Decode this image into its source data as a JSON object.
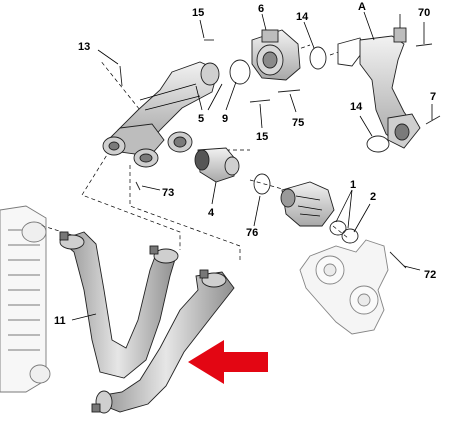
{
  "callouts": {
    "c15a": "15",
    "c6": "6",
    "c14a": "14",
    "cA": "A",
    "c70": "70",
    "c13": "13",
    "c5": "5",
    "c9": "9",
    "c15b": "15",
    "c75": "75",
    "c14b": "14",
    "c7": "7",
    "c73": "73",
    "c4": "4",
    "c76": "76",
    "c1": "1",
    "c2": "2",
    "c72": "72",
    "c11": "11"
  },
  "colors": {
    "part_fill": "#d9d9d9",
    "part_dark": "#9a9a9a",
    "highlight_hose": "#b5b5b5",
    "ghost_fill": "#eeeeee",
    "arrow_red": "#e30613"
  }
}
